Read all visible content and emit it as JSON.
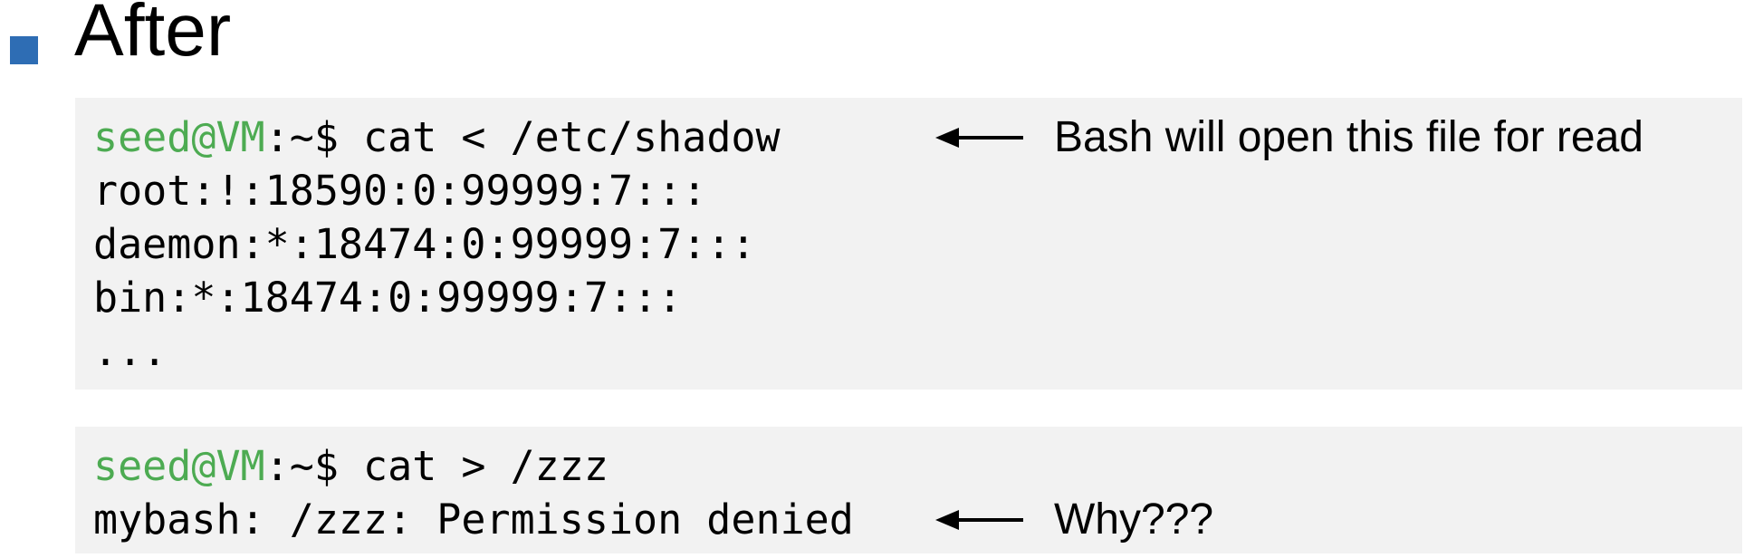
{
  "colors": {
    "accent_blue": "#2e6db4",
    "terminal_green": "#4dab52",
    "code_background": "#f2f2f2",
    "text": "#000000"
  },
  "title": {
    "bullet_icon": "square-bullet",
    "label": "After"
  },
  "terminal_blocks": [
    {
      "name": "shadow-read-terminal",
      "lines": [
        {
          "prompt": "seed@VM",
          "rest": ":~$ cat < /etc/shadow",
          "annotation": {
            "arrow_icon": "long-left-arrow",
            "label": "Bash will open this file for read"
          }
        },
        {
          "text": "root:!:18590:0:99999:7:::"
        },
        {
          "text": "daemon:*:18474:0:99999:7:::"
        },
        {
          "text": "bin:*:18474:0:99999:7:::"
        },
        {
          "text": "..."
        }
      ]
    },
    {
      "name": "zzz-write-terminal",
      "lines": [
        {
          "prompt": "seed@VM",
          "rest": ":~$ cat > /zzz"
        },
        {
          "text": "mybash: /zzz: Permission denied",
          "annotation": {
            "arrow_icon": "long-left-arrow",
            "label": "Why???"
          }
        }
      ]
    }
  ]
}
